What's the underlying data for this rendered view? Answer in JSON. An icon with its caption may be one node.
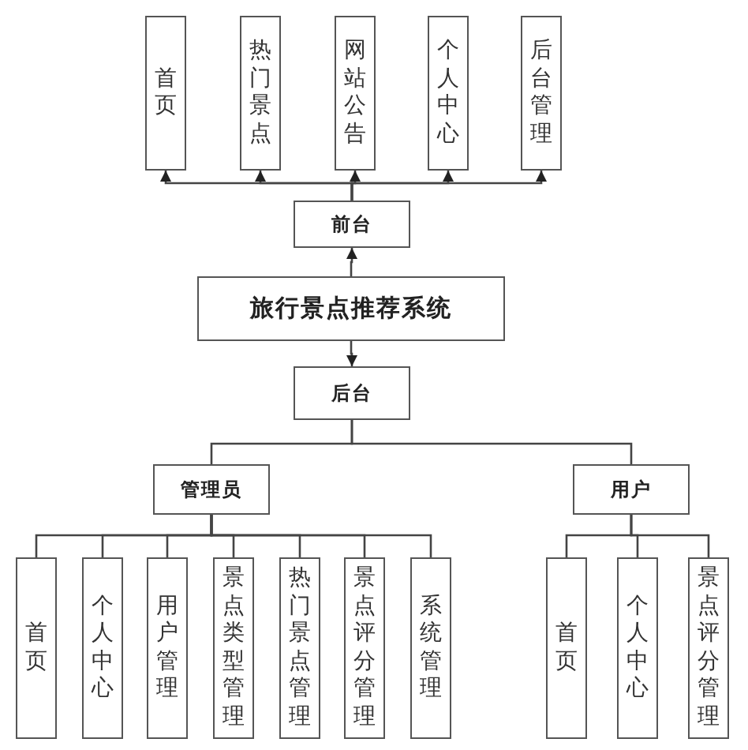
{
  "diagram": {
    "nodes": [
      {
        "text": [
          "首页"
        ]
      },
      {
        "text": [
          "热门景点"
        ]
      },
      {
        "text": [
          "网站公告"
        ]
      },
      {
        "text": [
          "个人中心"
        ]
      },
      {
        "text": [
          "后台管理"
        ]
      },
      {
        "text": [
          "前台"
        ]
      },
      {
        "text": [
          "旅行景点推荐系统"
        ]
      },
      {
        "text": [
          "后台"
        ]
      },
      {
        "text": [
          "管理员"
        ]
      },
      {
        "text": [
          "用户"
        ]
      },
      {
        "text": [
          "首页"
        ]
      },
      {
        "text": [
          "个人中心"
        ]
      },
      {
        "text": [
          "用户管理"
        ]
      },
      {
        "text": [
          "景点类型管理"
        ]
      },
      {
        "text": [
          "热门景点管理"
        ]
      },
      {
        "text": [
          "景点评分管理"
        ]
      },
      {
        "text": [
          "系统管理"
        ]
      },
      {
        "text": [
          "首页"
        ]
      },
      {
        "text": [
          "个人中心"
        ]
      },
      {
        "text": [
          "景点评分管理"
        ]
      }
    ],
    "edges": [
      {
        "from": 5,
        "to": 0,
        "arrow": "to"
      },
      {
        "from": 5,
        "to": 1,
        "arrow": "to"
      },
      {
        "from": 5,
        "to": 2,
        "arrow": "to"
      },
      {
        "from": 5,
        "to": 3,
        "arrow": "to"
      },
      {
        "from": 5,
        "to": 4,
        "arrow": "to"
      },
      {
        "from": 6,
        "to": 5,
        "arrow": "to"
      },
      {
        "from": 6,
        "to": 7,
        "arrow": "to"
      },
      {
        "from": 7,
        "to": 8,
        "arrow": "none"
      },
      {
        "from": 7,
        "to": 9,
        "arrow": "none"
      },
      {
        "from": 8,
        "to": 10,
        "arrow": "none"
      },
      {
        "from": 8,
        "to": 11,
        "arrow": "none"
      },
      {
        "from": 8,
        "to": 12,
        "arrow": "none"
      },
      {
        "from": 8,
        "to": 13,
        "arrow": "none"
      },
      {
        "from": 8,
        "to": 14,
        "arrow": "none"
      },
      {
        "from": 8,
        "to": 15,
        "arrow": "none"
      },
      {
        "from": 8,
        "to": 16,
        "arrow": "none"
      },
      {
        "from": 9,
        "to": 17,
        "arrow": "none"
      },
      {
        "from": 9,
        "to": 18,
        "arrow": "none"
      },
      {
        "from": 9,
        "to": 19,
        "arrow": "none"
      }
    ]
  }
}
